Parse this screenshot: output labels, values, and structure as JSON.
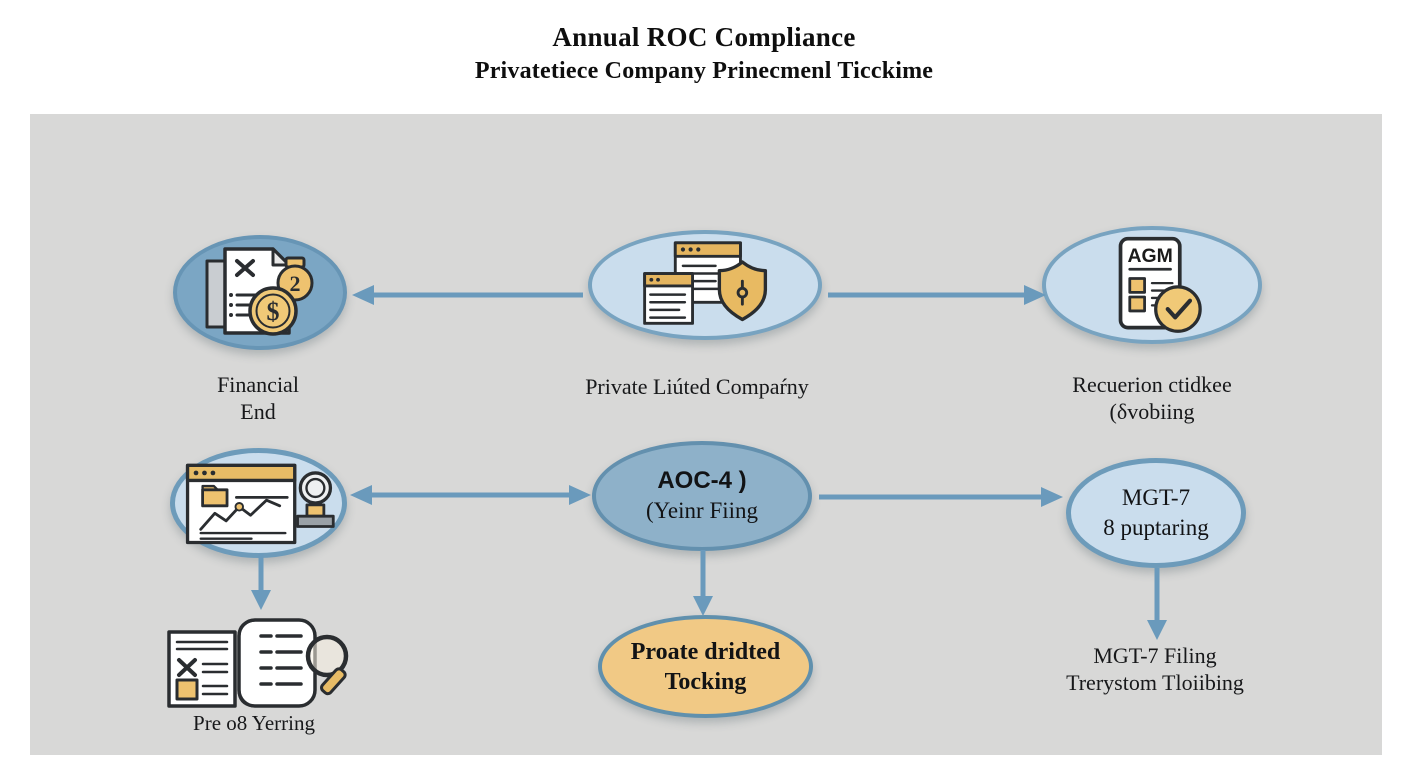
{
  "header": {
    "title": "Annual ROC Compliance",
    "subtitle": "Privatetiece Company Prinecmenl Ticckime"
  },
  "nodes": {
    "financial_end": {
      "icon": "document-coins-icon",
      "coin_dollar": "$",
      "coin_two": "2",
      "label1": "Financial",
      "label2": "End"
    },
    "private_limited_company": {
      "icon": "browser-shield-icon",
      "label": "Private Liúted Compaŕny"
    },
    "agm_notice": {
      "icon": "agm-document-check-icon",
      "doc_title": "AGM",
      "label1": "Recuerion ctidkee",
      "label2": "(δvobiing"
    },
    "audit_review": {
      "icon": "browser-stamp-icon"
    },
    "aoc4_filing": {
      "line1": "AOC-4 )",
      "line2": "(Yeinr Fiing"
    },
    "mgt7_prep": {
      "line1": "MGT-7",
      "line2": "8 puptaring"
    },
    "records_review": {
      "icon": "scroll-magnifier-icon",
      "label": "Pre o8 Yerring"
    },
    "tocking": {
      "line1": "Proate dridted",
      "line2": "Tocking"
    },
    "mgt7_filing": {
      "line1": "MGT-7 Filing",
      "line2": "Trerystom Tloiibing"
    }
  },
  "colors": {
    "panel_bg": "#d8d8d7",
    "arrow": "#6a9abc",
    "ellipse_dark_fill": "#7ba6c4",
    "ellipse_light_fill": "#cadded",
    "ellipse_mid_fill": "#8eb1c9",
    "ellipse_orange_fill": "#f1c985",
    "ellipse_border": "#6795b5",
    "icon_gold": "#eec26f",
    "icon_outline": "#2a2d30",
    "text": "#17181a"
  }
}
